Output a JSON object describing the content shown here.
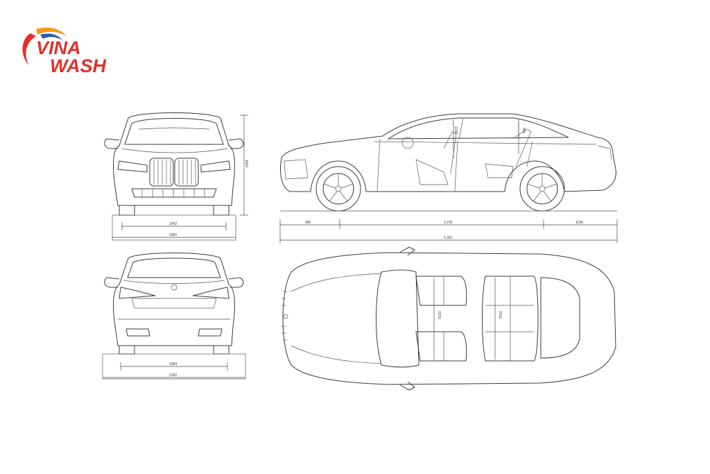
{
  "logo": {
    "line1": "VINA",
    "line2": "WASH",
    "colors": {
      "red": "#e2312a",
      "orange": "#f39a1b",
      "blue": "#2d5bb0"
    }
  },
  "views": {
    "front": {
      "width_inner": "1642",
      "width_outer": "1950",
      "height": "1544"
    },
    "side": {
      "overhang_front": "982",
      "wheelbase": "3.215",
      "overhang_rear": "1194",
      "length": "5.391",
      "headroom_front": "1030",
      "headroom_rear": "981"
    },
    "rear": {
      "width_inner": "1684",
      "width_outer": "2192"
    },
    "top": {
      "width_front_seat": "1576",
      "width_rear_seat": "1516"
    }
  }
}
